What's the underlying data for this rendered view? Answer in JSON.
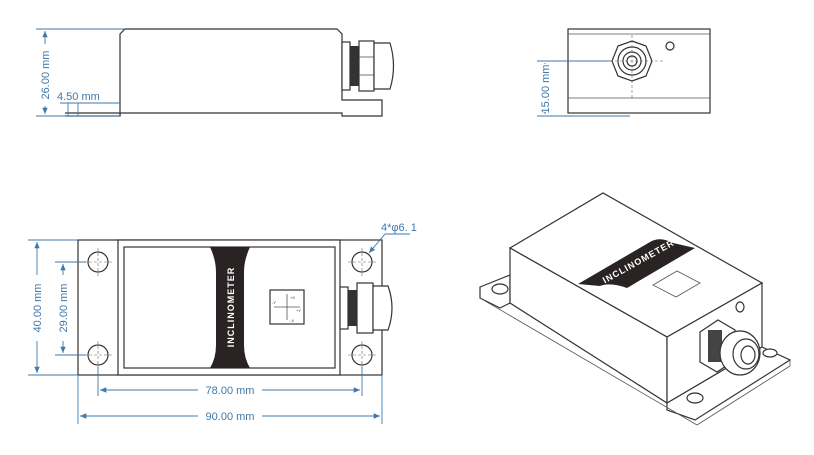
{
  "title": "Inclinometer dimension drawing",
  "product_label": "INCLINOMETER",
  "dimensions": {
    "height": "26.00 mm",
    "flange_thickness": "4.50 mm",
    "cable_height": "15.00 mm",
    "width": "40.00 mm",
    "hole_spacing_y": "29.00 mm",
    "hole_spacing_x": "78.00 mm",
    "length": "90.00 mm",
    "hole_spec": "4*φ6. 1"
  },
  "axis_marks": {
    "plus_x": "+X",
    "minus_x": "-X",
    "plus_y": "+Y",
    "minus_y": "-Y"
  },
  "colors": {
    "dimension": "#3f78aa",
    "band": "#2a2323"
  }
}
